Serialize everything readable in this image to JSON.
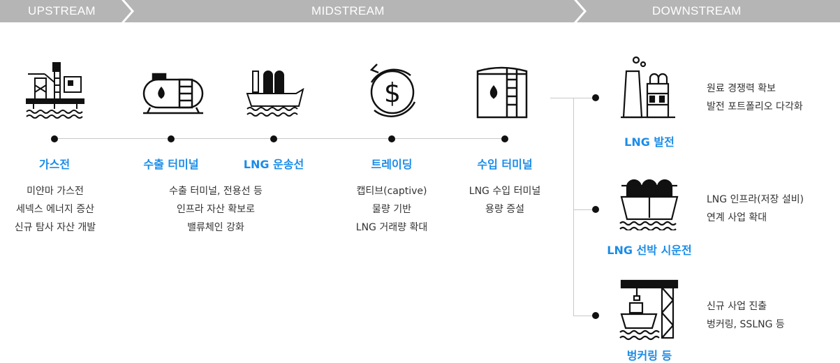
{
  "stages": {
    "upstream": "UPSTREAM",
    "midstream": "MIDSTREAM",
    "downstream": "DOWNSTREAM"
  },
  "flow": [
    {
      "title": "가스전",
      "desc": "미얀마 가스전\n세넥스 에너지 증산\n신규 탐사 자산 개발",
      "icon": "offshore-platform-icon"
    },
    {
      "title": "수출 터미널",
      "desc": "수출 터미널, 전용선 등\n인프라 자산 확보로\n밸류체인 강화",
      "icon": "oil-tank-icon"
    },
    {
      "title": "LNG 운송선",
      "desc": "",
      "icon": "lng-carrier-icon"
    },
    {
      "title": "트레이딩",
      "desc": "캡티브(captive)\n물량 기반\nLNG 거래량 확대",
      "icon": "dollar-cycle-icon"
    },
    {
      "title": "수입 터미널",
      "desc": "LNG 수입 터미널\n용량 증설",
      "icon": "storage-tank-icon"
    }
  ],
  "downstream_items": [
    {
      "title": "LNG 발전",
      "desc": "원료 경쟁력 확보\n발전 포트폴리오 다각화",
      "icon": "power-plant-icon"
    },
    {
      "title": "LNG 선박 시운전",
      "desc": "LNG 인프라(저장 설비)\n연계 사업 확대",
      "icon": "ship-icon"
    },
    {
      "title": "벙커링 등",
      "desc": "신규 사업 진출\n벙커링, SSLNG 등",
      "icon": "crane-ship-icon"
    }
  ],
  "colors": {
    "band": "#b5b5b5",
    "title": "#1a8ce8",
    "line": "#c8c8c8",
    "icon": "#111111"
  }
}
